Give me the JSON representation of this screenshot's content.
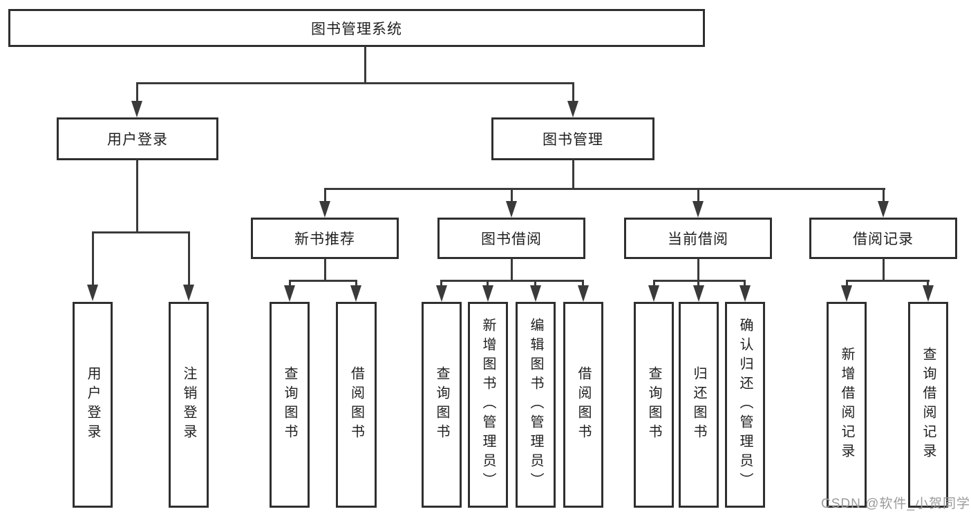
{
  "diagram": {
    "root_label": "图书管理系统",
    "user_login": {
      "label": "用户登录",
      "children": [
        "用户登录",
        "注销登录"
      ]
    },
    "book_mgmt": {
      "label": "图书管理",
      "groups": [
        {
          "label": "新书推荐",
          "children": [
            "查询图书",
            "借阅图书"
          ]
        },
        {
          "label": "图书借阅",
          "children": [
            "查询图书",
            "新增图书（管理员）",
            "编辑图书（管理员）",
            "借阅图书"
          ]
        },
        {
          "label": "当前借阅",
          "children": [
            "查询图书",
            "归还图书",
            "确认归还（管理员）"
          ]
        },
        {
          "label": "借阅记录",
          "children": [
            "新增借阅记录",
            "查询借阅记录"
          ]
        }
      ]
    },
    "watermark": "CSDN @软件_小贺同学",
    "colors": {
      "line": "#3a3a3a",
      "border": "#2f2f2f",
      "text": "#1f1f1f",
      "watermark": "#9b9b9b",
      "background": "#ffffff"
    }
  }
}
